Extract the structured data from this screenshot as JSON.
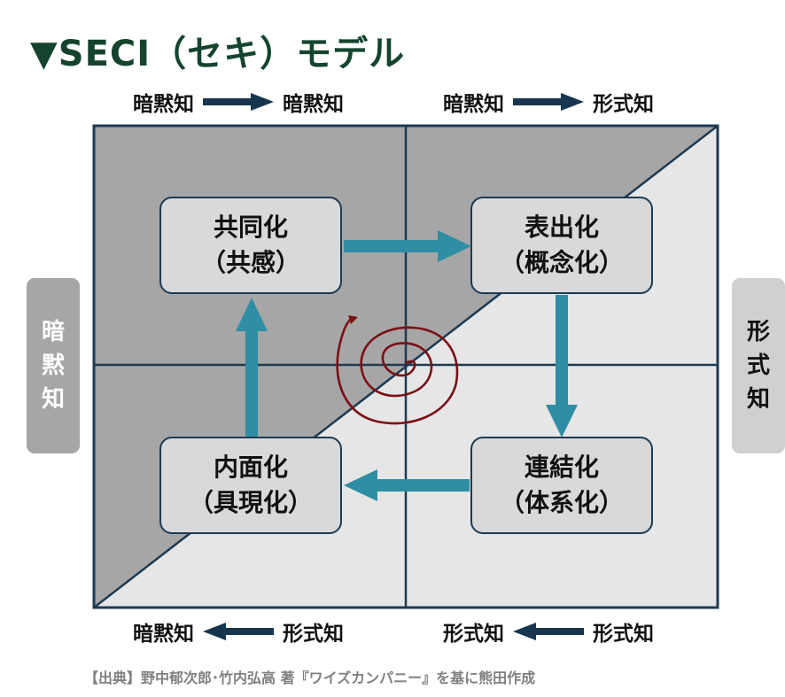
{
  "title": "▼SECI（セキ）モデル",
  "top_flows": [
    {
      "from": "暗黙知",
      "to": "暗黙知"
    },
    {
      "from": "暗黙知",
      "to": "形式知"
    }
  ],
  "bottom_flows": [
    {
      "from": "暗黙知",
      "to": "形式知"
    },
    {
      "from": "形式知",
      "to": "形式知"
    }
  ],
  "side_labels": {
    "left": [
      "暗",
      "黙",
      "知"
    ],
    "right": [
      "形",
      "式",
      "知"
    ]
  },
  "quadrants": {
    "socialization": {
      "name": "共同化",
      "sub": "（共感）"
    },
    "externalization": {
      "name": "表出化",
      "sub": "（概念化）"
    },
    "combination": {
      "name": "連結化",
      "sub": "（体系化）"
    },
    "internalization": {
      "name": "内面化",
      "sub": "（具現化）"
    }
  },
  "colors": {
    "title": "#14442e",
    "grid_line": "#1d3a52",
    "dark_region": "#a6a6a6",
    "light_region": "#e6e6e6",
    "process_arrow": "#2f8ea3",
    "spiral": "#7a0f14",
    "flow_arrow": "#17354f"
  },
  "source": "【出典】野中郁次郎･竹内弘高 著『ワイズカンパニー』を基に熊田作成"
}
